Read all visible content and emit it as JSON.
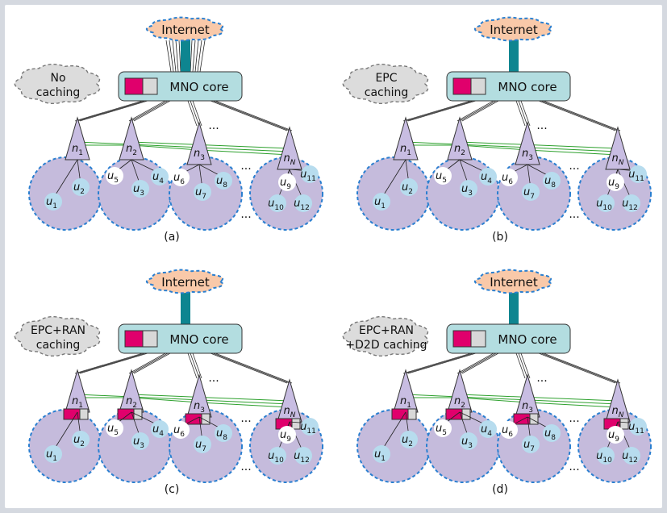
{
  "colors": {
    "background": "#d5d9e0",
    "frame": "#ffffff",
    "cell_fill": "#c5bbdc",
    "cell_border": "#2a7fd0",
    "core_fill": "#b3dde0",
    "cloud_internet": "#f9c9a9",
    "cloud_label": "#dcdcdc",
    "cache_used": "#e0006c",
    "cache_free": "#d8d8d8",
    "uplink": "#0e8590",
    "x2_link": "#2da02d",
    "user_fill": "#b7dcee",
    "user_white": "#ffffff",
    "tower_fill": "#c8bde2"
  },
  "common": {
    "internet": "Internet",
    "mno_core": "MNO core",
    "ellipsis": "..."
  },
  "nodes": {
    "n1": {
      "base": "n",
      "sub": "1"
    },
    "n2": {
      "base": "n",
      "sub": "2"
    },
    "n3": {
      "base": "n",
      "sub": "3"
    },
    "nN": {
      "base": "n",
      "sub": "N"
    }
  },
  "users": {
    "u1": {
      "base": "u",
      "sub": "1"
    },
    "u2": {
      "base": "u",
      "sub": "2"
    },
    "u3": {
      "base": "u",
      "sub": "3"
    },
    "u4": {
      "base": "u",
      "sub": "4"
    },
    "u5": {
      "base": "u",
      "sub": "5"
    },
    "u6": {
      "base": "u",
      "sub": "6"
    },
    "u7": {
      "base": "u",
      "sub": "7"
    },
    "u8": {
      "base": "u",
      "sub": "8"
    },
    "u9": {
      "base": "u",
      "sub": "9"
    },
    "u10": {
      "base": "u",
      "sub": "10"
    },
    "u11": {
      "base": "u",
      "sub": "11"
    },
    "u12": {
      "base": "u",
      "sub": "12"
    }
  },
  "panels": [
    {
      "id": "a",
      "label": "(a)",
      "scenario": [
        "No",
        "caching"
      ],
      "edge_cache": false,
      "core_cache": true
    },
    {
      "id": "b",
      "label": "(b)",
      "scenario": [
        "EPC",
        "caching"
      ],
      "edge_cache": false,
      "core_cache": true
    },
    {
      "id": "c",
      "label": "(c)",
      "scenario": [
        "EPC+RAN",
        "caching"
      ],
      "edge_cache": true,
      "core_cache": true
    },
    {
      "id": "d",
      "label": "(d)",
      "scenario": [
        "EPC+RAN",
        "+D2D caching"
      ],
      "edge_cache": true,
      "core_cache": true
    }
  ]
}
